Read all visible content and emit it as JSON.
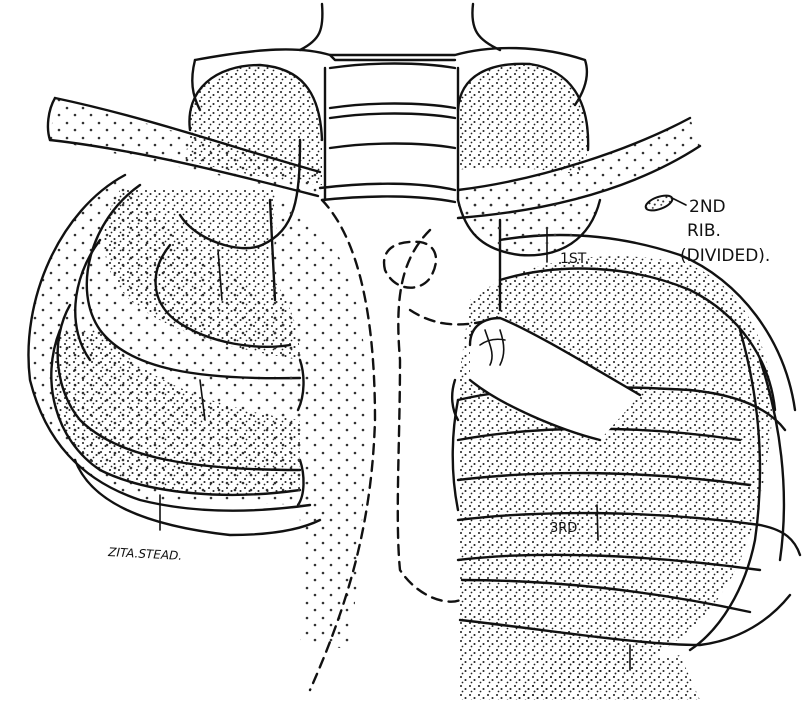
{
  "labels": {
    "rib_2nd_line1": "2ND",
    "rib_2nd_line2": "RIB.",
    "rib_2nd_line3": "(DIVIDED).",
    "rib_1st": "1ST.",
    "rib_3rd": "3RD"
  },
  "signature": "ZITA.STEAD.",
  "pattern": {
    "dense": "#222222",
    "light": "#333333",
    "ink": "#111111"
  }
}
